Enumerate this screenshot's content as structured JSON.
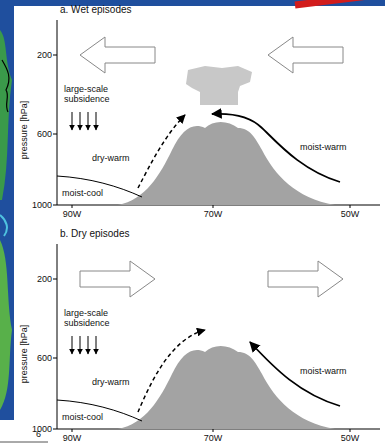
{
  "diagram": {
    "labels": [
      "a. Wet episodes",
      "200",
      "pressure [hPa]",
      "600",
      "1000",
      "large-scale subsidence",
      "dry-warm",
      "moist-warm",
      "moist-cool",
      "90W",
      "70W",
      "50W",
      "b. Dry episodes",
      "200",
      "pressure [hPa]",
      "600",
      "1000",
      "large-scale subsidence",
      "dry-warm",
      "moist-warm",
      "moist-cool",
      "90W",
      "70W",
      "50W",
      "6"
    ]
  }
}
